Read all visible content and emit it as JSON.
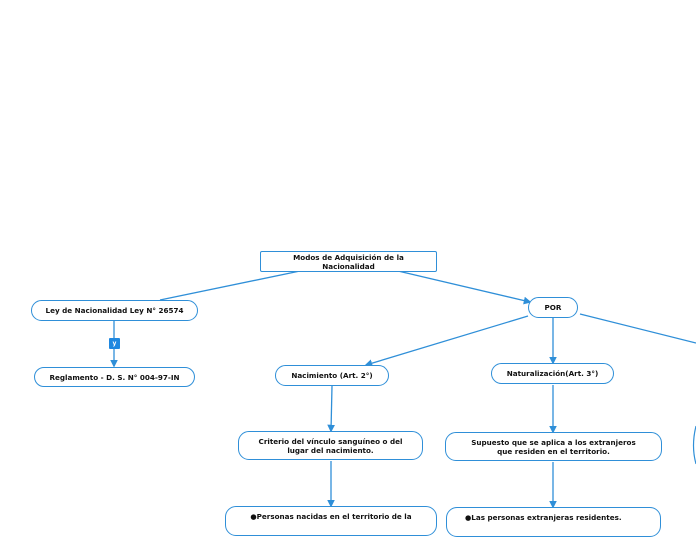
{
  "colors": {
    "line": "#2f8fd8",
    "tag_bg": "#1f88e0",
    "node_border": "#2f8fd8"
  },
  "nodes": {
    "root": "Modos de Adquisición de la Nacionalidad",
    "ley": "Ley de Nacionalidad Ley N° 26574",
    "reglamento": "Reglamento - D. S. N° 004-97-IN",
    "por": "POR",
    "nacimiento": "Nacimiento (Art. 2°)",
    "naturalizacion": "Naturalización(Art. 3°)",
    "criterio": "Criterio del vínculo sanguíneo o del lugar del nacimiento.",
    "supuesto": "Supuesto que se aplica a los extranjeros que residen en el territorio.",
    "personas": "●Personas nacidas en el territorio de la",
    "extranjeras": "●Las personas extranjeras residentes."
  },
  "connector_label": "y"
}
